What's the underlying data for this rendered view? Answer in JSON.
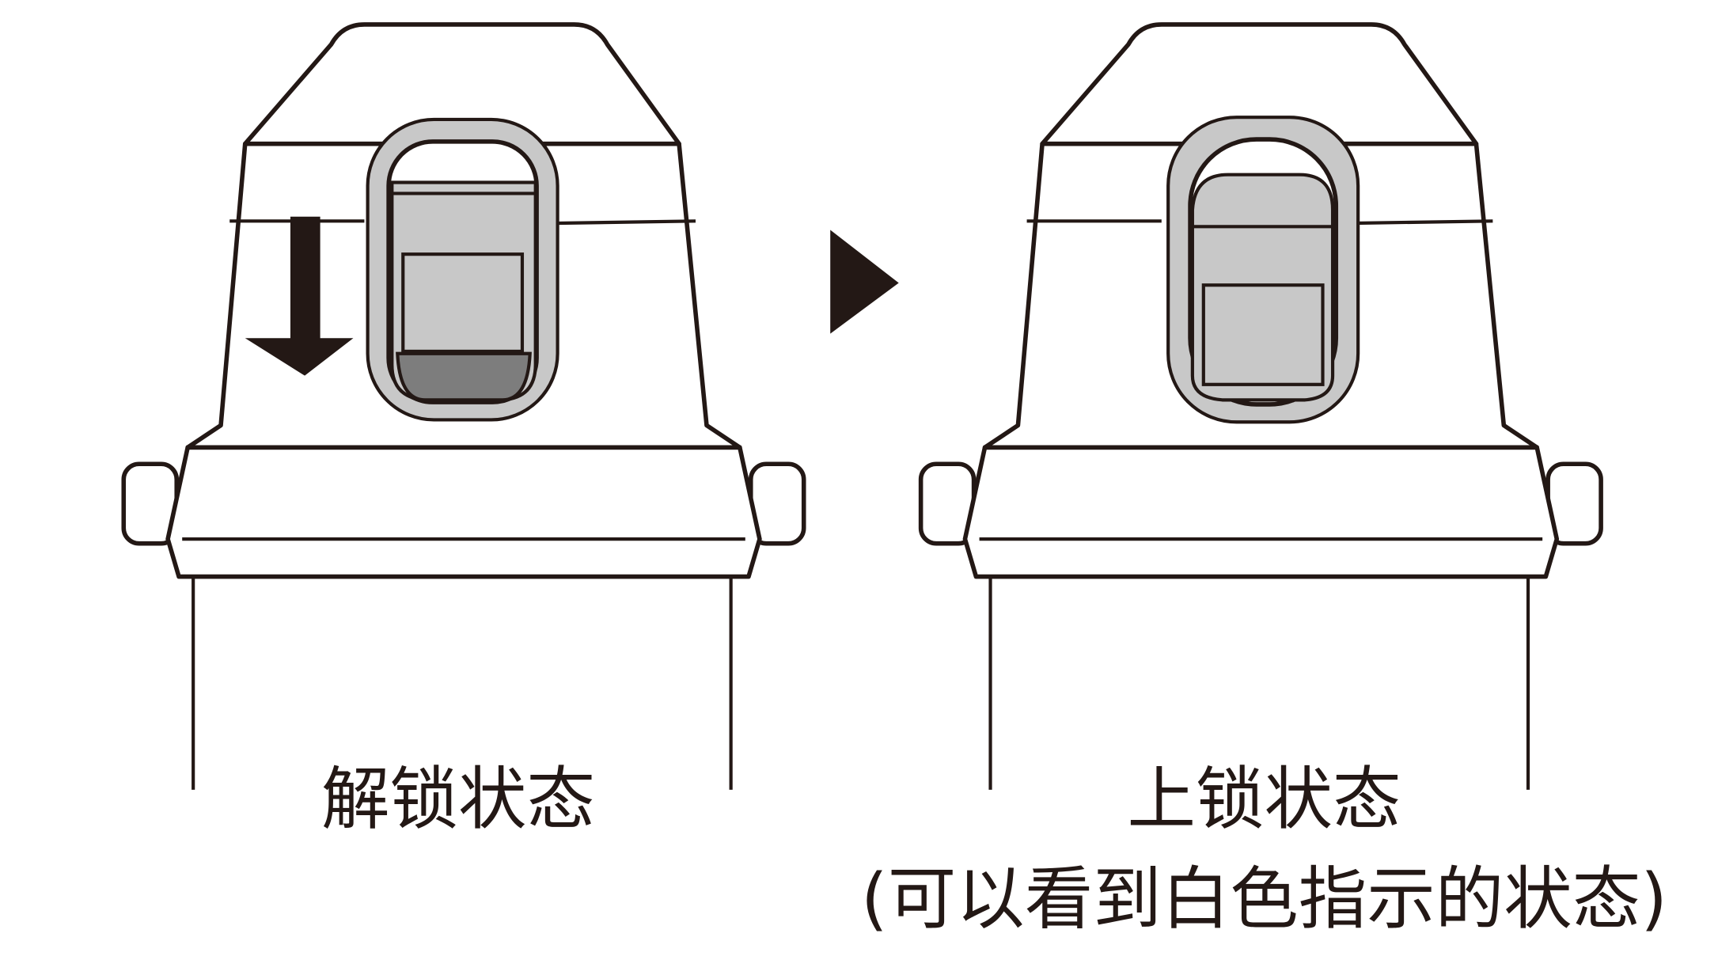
{
  "labels": {
    "unlocked": "解锁状态",
    "locked": "上锁状态",
    "locked_note": "(可以看到白色指示的状态)"
  },
  "colors": {
    "line": "#231815",
    "indicator": "#c8c8c8",
    "shadow": "#7d7d7d"
  }
}
